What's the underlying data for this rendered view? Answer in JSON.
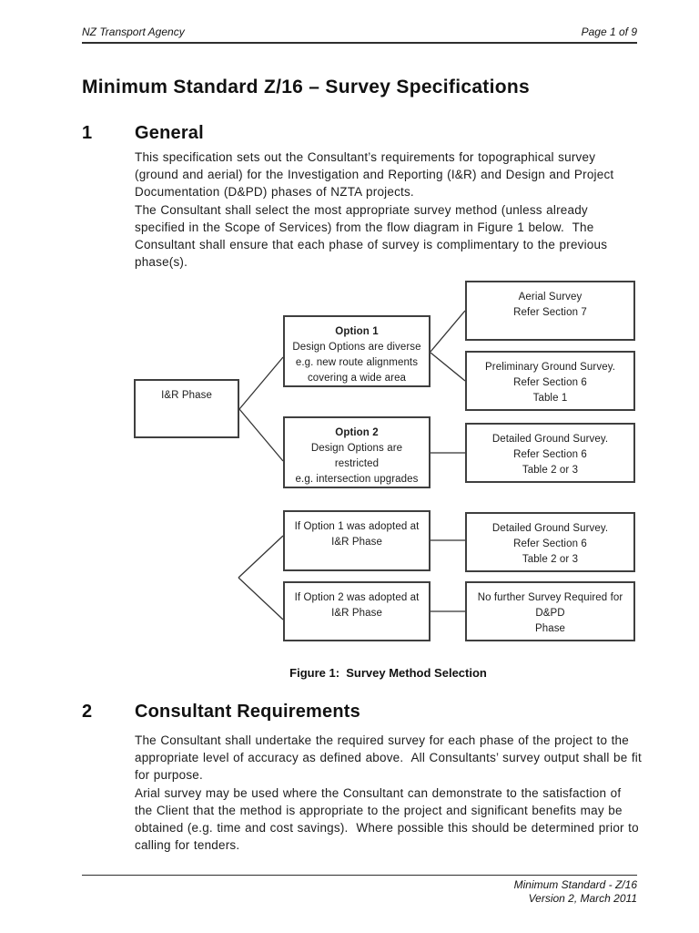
{
  "header": {
    "left": "NZ Transport Agency",
    "right": "Page 1 of 9"
  },
  "title": "Minimum Standard Z/16 – Survey Specifications",
  "section1": {
    "number": "1",
    "heading": "General",
    "p1": "This specification sets out the Consultant’s requirements for topographical survey (ground and aerial) for the Investigation and Reporting (I&R) and Design and Project Documentation (D&PD) phases of NZTA projects.",
    "p2": "The Consultant shall select the most appropriate survey method (unless already specified in the Scope of Services) from the flow diagram in Figure 1 below.  The Consultant shall ensure that each phase of survey is complimentary to the previous phase(s)."
  },
  "figure": {
    "caption": "Figure 1:  Survey Method Selection"
  },
  "section2": {
    "number": "2",
    "heading": "Consultant Requirements",
    "p1": "The Consultant shall undertake the required survey for each phase of the project to the appropriate level of accuracy as defined above.  All Consultants’ survey output shall be fit for purpose.",
    "p2": "Arial survey may be used where the Consultant can demonstrate to the satisfaction of the Client that the method is appropriate to the project and significant benefits may be obtained (e.g. time and cost savings).  Where possible this should be determined prior to calling for tenders."
  },
  "footer": {
    "line1": "Minimum Standard - Z/16",
    "line2": "Version 2, March 2011"
  },
  "diagram": {
    "nodes": {
      "iar": {
        "lines": [
          "I&R Phase"
        ]
      },
      "option1": {
        "lines": [
          "Option 1",
          "Design Options are diverse",
          "e.g. new route alignments",
          "covering a wide area"
        ]
      },
      "aerial": {
        "lines": [
          "Aerial Survey",
          "Refer Section 7"
        ]
      },
      "preliminary": {
        "lines": [
          "Preliminary Ground Survey.",
          "Refer Section 6",
          "Table 1"
        ]
      },
      "option2": {
        "lines": [
          "Option 2",
          "Design Options are",
          "restricted",
          "e.g. intersection upgrades"
        ]
      },
      "detailed1": {
        "lines": [
          "Detailed Ground Survey.",
          "Refer Section 6",
          "Table 2 or 3"
        ]
      },
      "ifopt1": {
        "lines": [
          "If Option 1 was adopted at",
          "I&R Phase"
        ]
      },
      "detailed2": {
        "lines": [
          "Detailed Ground Survey.",
          "Refer Section 6",
          "Table 2 or 3"
        ]
      },
      "ifopt2": {
        "lines": [
          "If Option 2 was adopted at",
          "I&R Phase"
        ]
      },
      "nofurther": {
        "lines": [
          "No further Survey Required for",
          "D&PD",
          "Phase"
        ]
      }
    },
    "edges": [
      {
        "from": "iar",
        "to": "option1"
      },
      {
        "from": "iar",
        "to": "option2"
      },
      {
        "from": "option1",
        "to": "aerial"
      },
      {
        "from": "option1",
        "to": "preliminary"
      },
      {
        "from": "option2",
        "to": "detailed1"
      },
      {
        "from": "ifopt1",
        "to": "detailed2"
      },
      {
        "from": "ifopt2",
        "to": "nofurther"
      },
      {
        "from": "dpd-fork",
        "to": "ifopt1"
      },
      {
        "from": "dpd-fork",
        "to": "ifopt2"
      }
    ]
  },
  "colors": {
    "text": "#1c1c1c",
    "rule": "#2e2e2e",
    "box_border": "#3f3f3f"
  }
}
